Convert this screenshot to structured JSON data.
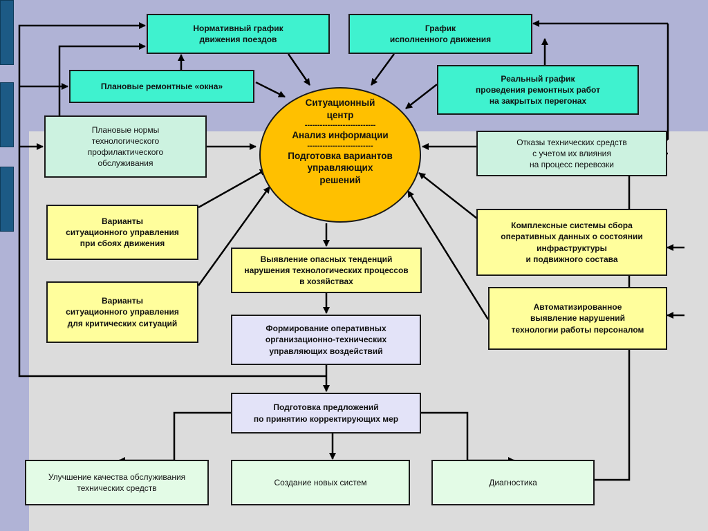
{
  "center": {
    "line1": "Ситуационный",
    "line2": "центр",
    "sep1": "----------------------------",
    "line3": "Анализ информации",
    "sep2": "--------------------------",
    "line4": "Подготовка вариантов",
    "line5": "управляющих",
    "line6": "решений"
  },
  "boxes": {
    "normative_schedule": "Нормативный график\nдвижения поездов",
    "actual_movement": "График\nисполненного движения",
    "planned_windows": "Плановые ремонтные «окна»",
    "real_repair_schedule": "Реальный график\nпроведения ремонтных работ\nна закрытых перегонах",
    "planned_norms": "Плановые нормы\nтехнологического\nпрофилактического\nобслуживания",
    "failures": "Отказы технических средств\nс учетом их влияния\nна процесс перевозки",
    "variants_failures": "Варианты\nситуационного управления\nпри сбоях движения",
    "complex_systems": "Комплексные системы сбора\nоперативных данных о состоянии\nинфраструктуры\nи подвижного состава",
    "dangerous_trends": "Выявление опасных тенденций\nнарушения технологических процессов\nв хозяйствах",
    "variants_critical": "Варианты\nситуационного управления\nдля критических ситуаций",
    "automated_detection": "Автоматизированное\nвыявление нарушений\nтехнологии работы персоналом",
    "operational_actions": "Формирование оперативных\nорганизационно-технических\nуправляющих воздействий",
    "proposals": "Подготовка предложений\nпо принятию корректирующих мер",
    "quality_improvement": "Улучшение качества обслуживания\nтехнических средств",
    "new_systems": "Создание  новых  систем",
    "diagnostics": "Диагностика"
  },
  "colors": {
    "teal": "#3ff2cf",
    "mint": "#ccf2e0",
    "yellow": "#fffe9c",
    "lavender": "#e3e3f8",
    "pale_green": "#e3fbe6",
    "orange": "#ffc000",
    "background_top": "#b0b3d6",
    "background_main": "#dcdcdc",
    "side_tab": "#1c5a85"
  }
}
